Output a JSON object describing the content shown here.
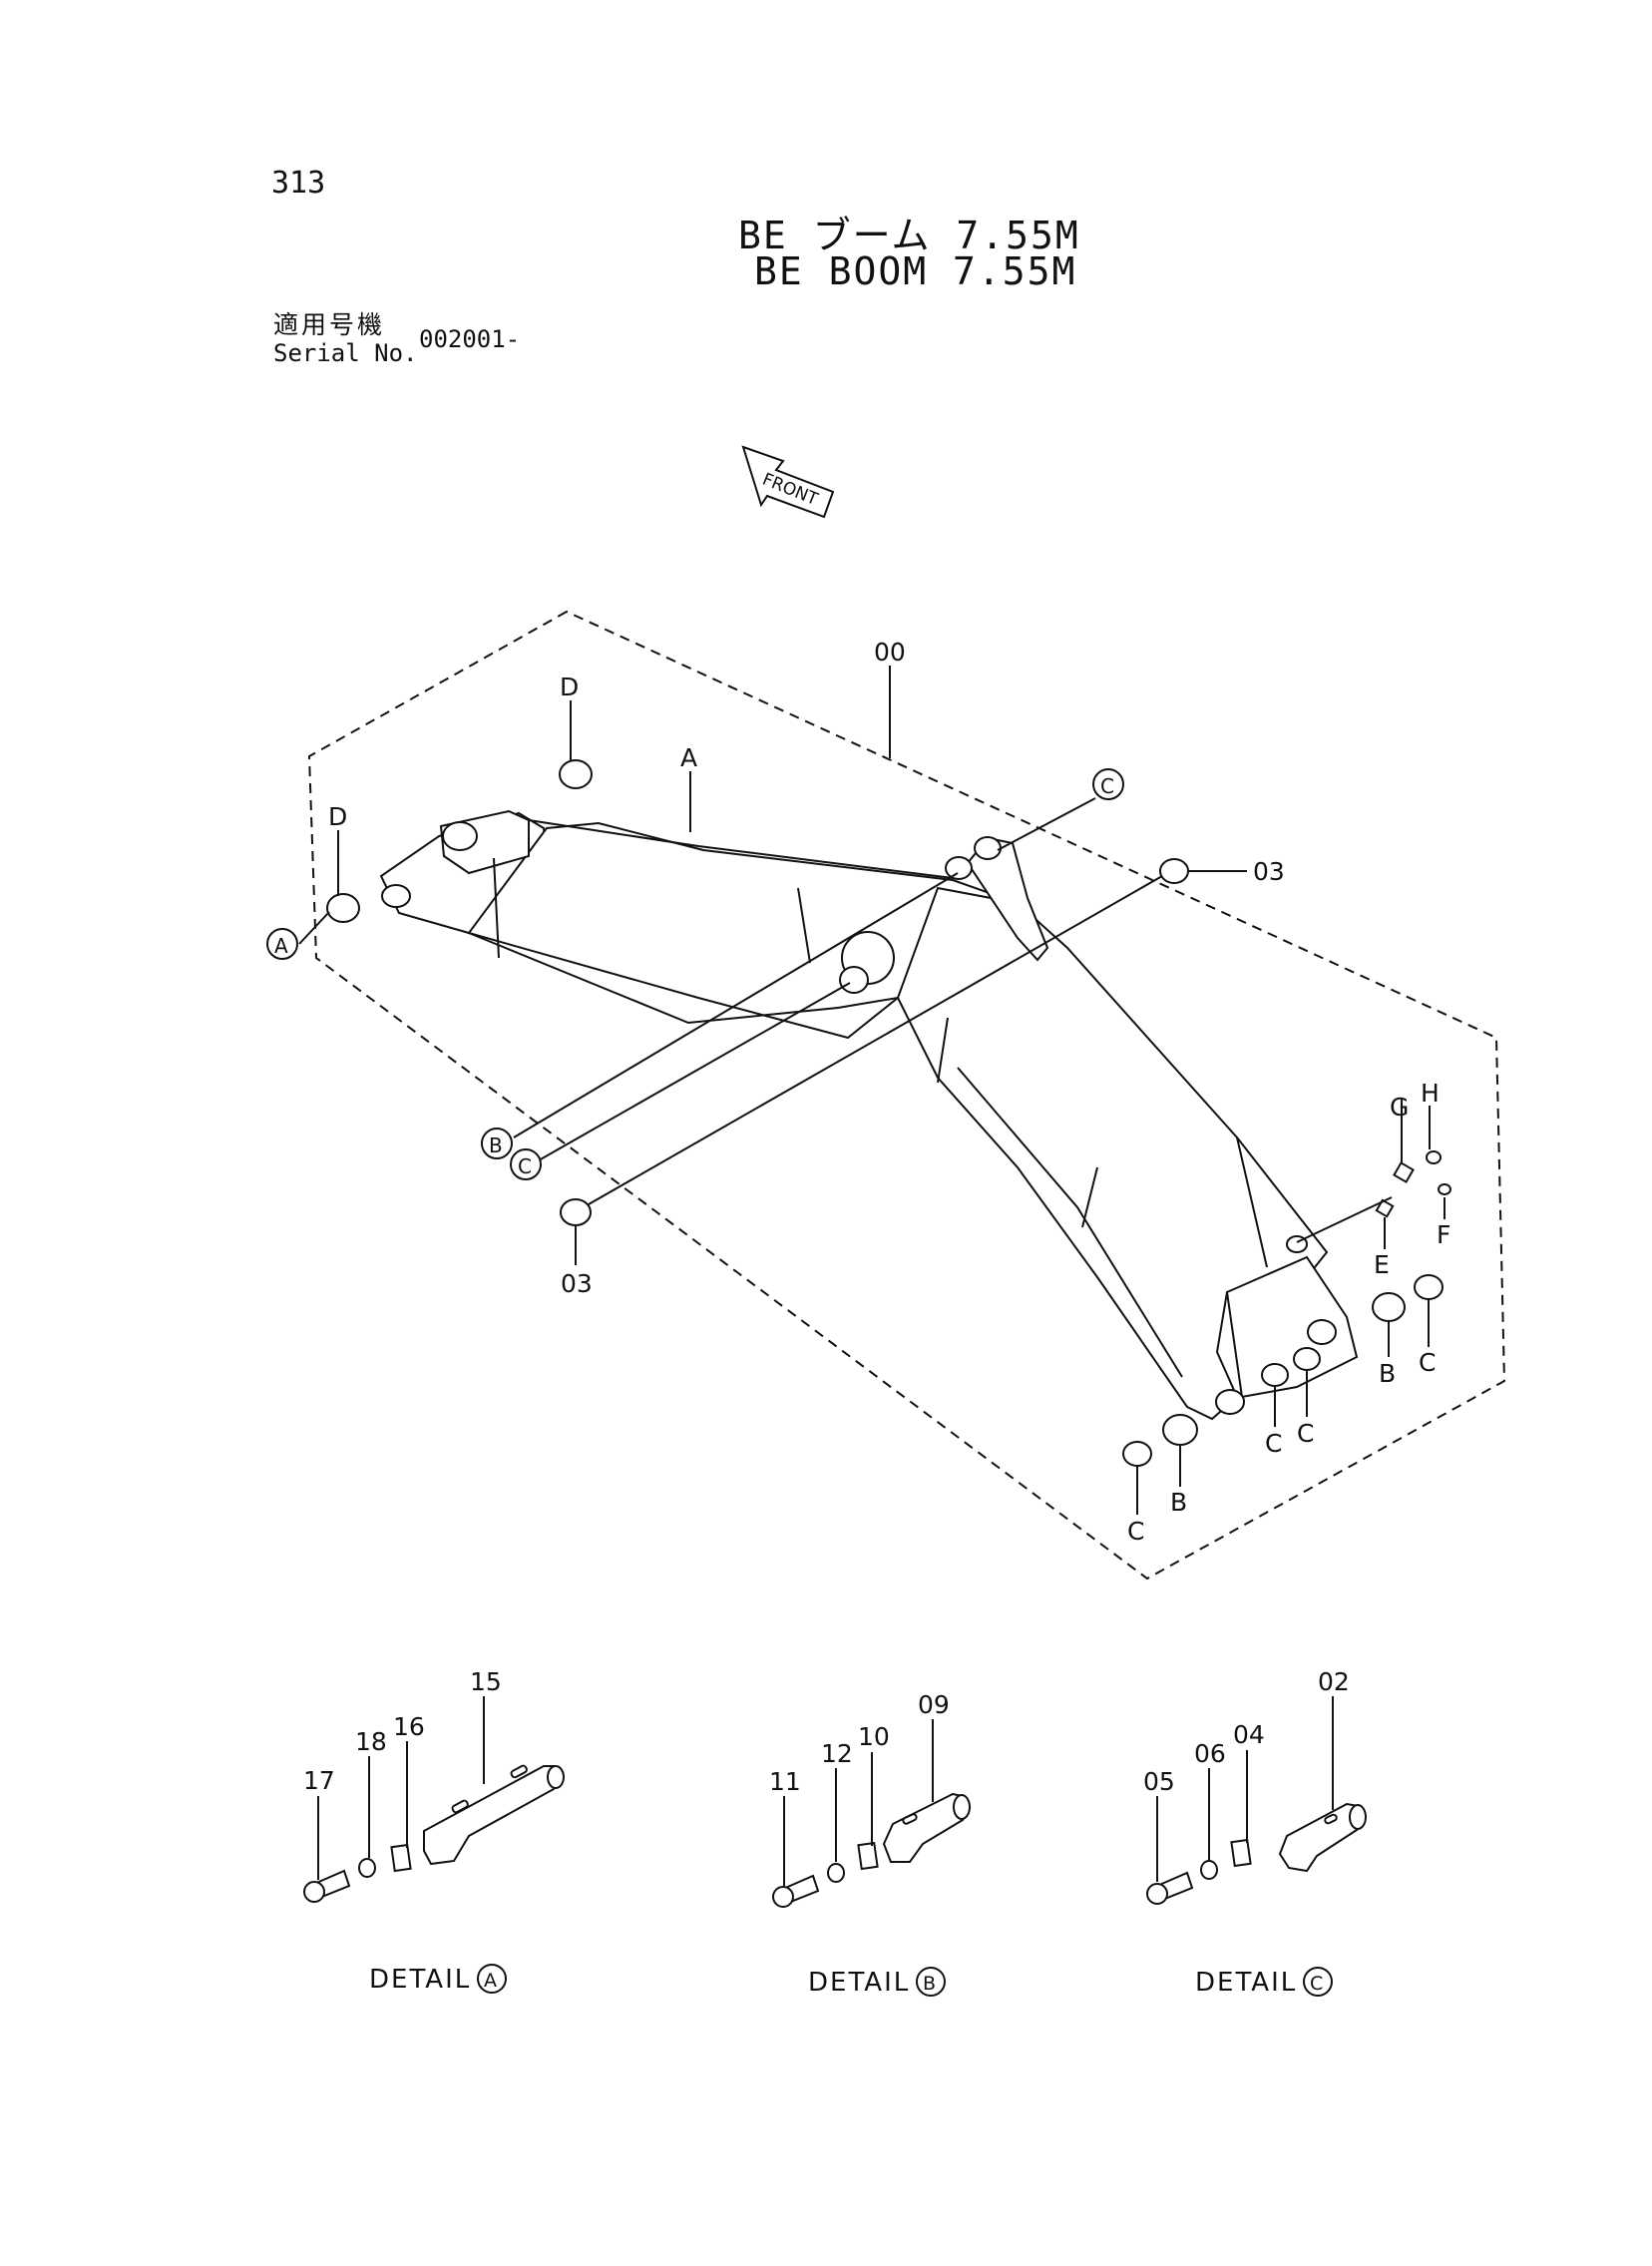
{
  "header": {
    "page_number": "313",
    "title_jp": "BE ブーム 7.55M",
    "title_en": "BE BOOM 7.55M",
    "serial_label_jp": "適用号機",
    "serial_label_en": "Serial No.",
    "serial_value": "002001-"
  },
  "front_arrow": {
    "label": "FRONT"
  },
  "callouts": {
    "assembly": "00",
    "A": "A",
    "B": "B",
    "C": "C",
    "D": "D",
    "E": "E",
    "F": "F",
    "G": "G",
    "H": "H",
    "p03": "03"
  },
  "details": [
    {
      "label": "DETAIL",
      "marker": "A",
      "parts": [
        "15",
        "16",
        "17",
        "18"
      ]
    },
    {
      "label": "DETAIL",
      "marker": "B",
      "parts": [
        "09",
        "10",
        "11",
        "12"
      ]
    },
    {
      "label": "DETAIL",
      "marker": "C",
      "parts": [
        "02",
        "04",
        "05",
        "06"
      ]
    }
  ]
}
